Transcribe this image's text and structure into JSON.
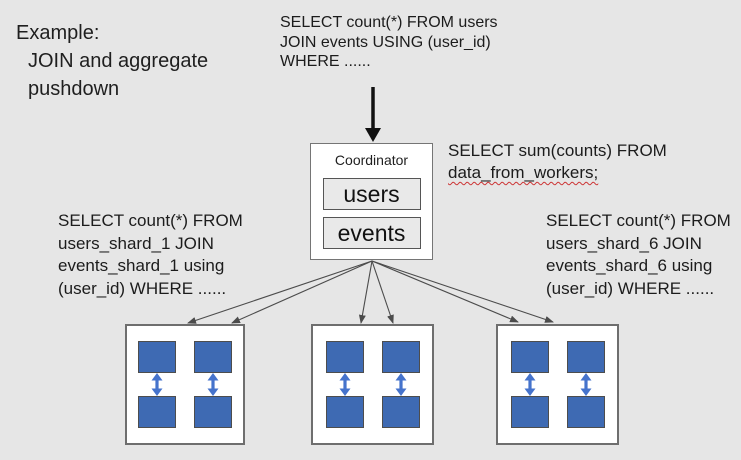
{
  "slide": {
    "title_lines": [
      "Example:",
      "JOIN and aggregate",
      "pushdown"
    ]
  },
  "queries": {
    "incoming_lines": [
      "SELECT count(*) FROM users",
      "JOIN events USING (user_id)",
      "WHERE ......"
    ],
    "aggregate_lines": [
      "SELECT sum(counts) FROM",
      "data_from_workers;"
    ],
    "shard_left_lines": [
      "SELECT count(*) FROM",
      "users_shard_1 JOIN",
      "events_shard_1 using",
      "(user_id) WHERE ......"
    ],
    "shard_right_lines": [
      "SELECT count(*) FROM",
      "users_shard_6 JOIN",
      "events_shard_6 using",
      "(user_id) WHERE ......"
    ]
  },
  "coordinator": {
    "label": "Coordinator",
    "tables": [
      "users",
      "events"
    ]
  },
  "workers": {
    "count": 3,
    "shards_per_worker": 4
  },
  "colors": {
    "background": "#e6e6e6",
    "text": "#1f1f1f",
    "shard_fill": "#3e6ab3",
    "shard_border": "#4d4d4d",
    "sync_arrow_blue": "#4573cc",
    "flow_arrow_black": "#111111",
    "fanout_gray": "#4c4c4c",
    "worker_box_fill": "#ffffff",
    "worker_box_border": "#6e6e6e",
    "coordinator_border": "#757575",
    "table_box_fill": "#e9e9e9"
  }
}
